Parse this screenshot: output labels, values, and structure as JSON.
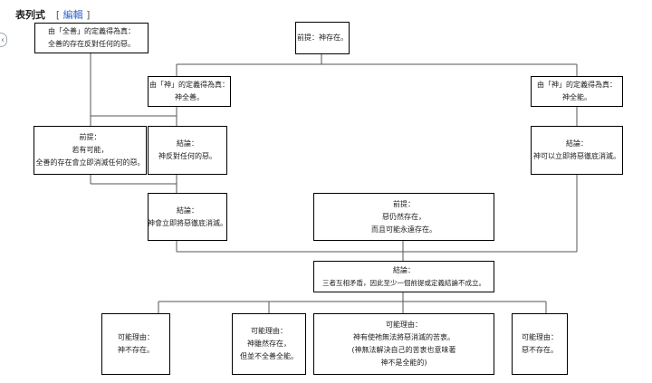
{
  "section": {
    "title": "表列式",
    "edit_open": "[",
    "edit_label": "編輯",
    "edit_close": "]"
  },
  "collapse_glyph": "‹",
  "nodes": {
    "def_good": [
      "由「全善」的定義得為真：",
      "全善的存在反對任何的惡。"
    ],
    "premise_god": [
      "前提：神存在。"
    ],
    "def_god_good": [
      "由「神」的定義得為真：",
      "神全善。"
    ],
    "def_god_able": [
      "由「神」的定義得為真：",
      "神全能。"
    ],
    "premise_possible": [
      "前提：",
      "若有可能，",
      "全善的存在會立即消滅任何的惡。"
    ],
    "concl_oppose": [
      "結論：",
      "神反對任何的惡。"
    ],
    "concl_able": [
      "結論：",
      "神可以立即將惡徹底消滅。"
    ],
    "concl_will": [
      "結論：",
      "神會立即將惡徹底消滅。"
    ],
    "premise_evil": [
      "前提：",
      "惡仍然存在，",
      "而且可能永遠存在。"
    ],
    "concl_contra": [
      "結論：",
      "三者互相矛盾，因此至少一個前提或定義結論不成立。"
    ],
    "reason_not_exist": [
      "可能理由：",
      "神不存在。"
    ],
    "reason_not_good": [
      "可能理由：",
      "神雖然存在，",
      "但並不全善全能。"
    ],
    "reason_plan": [
      "可能理由：",
      "神有使祂無法將惡消滅的苦衷。",
      "(神無法解決自己的苦衷也意味著",
      "神不是全能的)"
    ],
    "reason_evil_none": [
      "可能理由：",
      "惡不存在。"
    ]
  }
}
